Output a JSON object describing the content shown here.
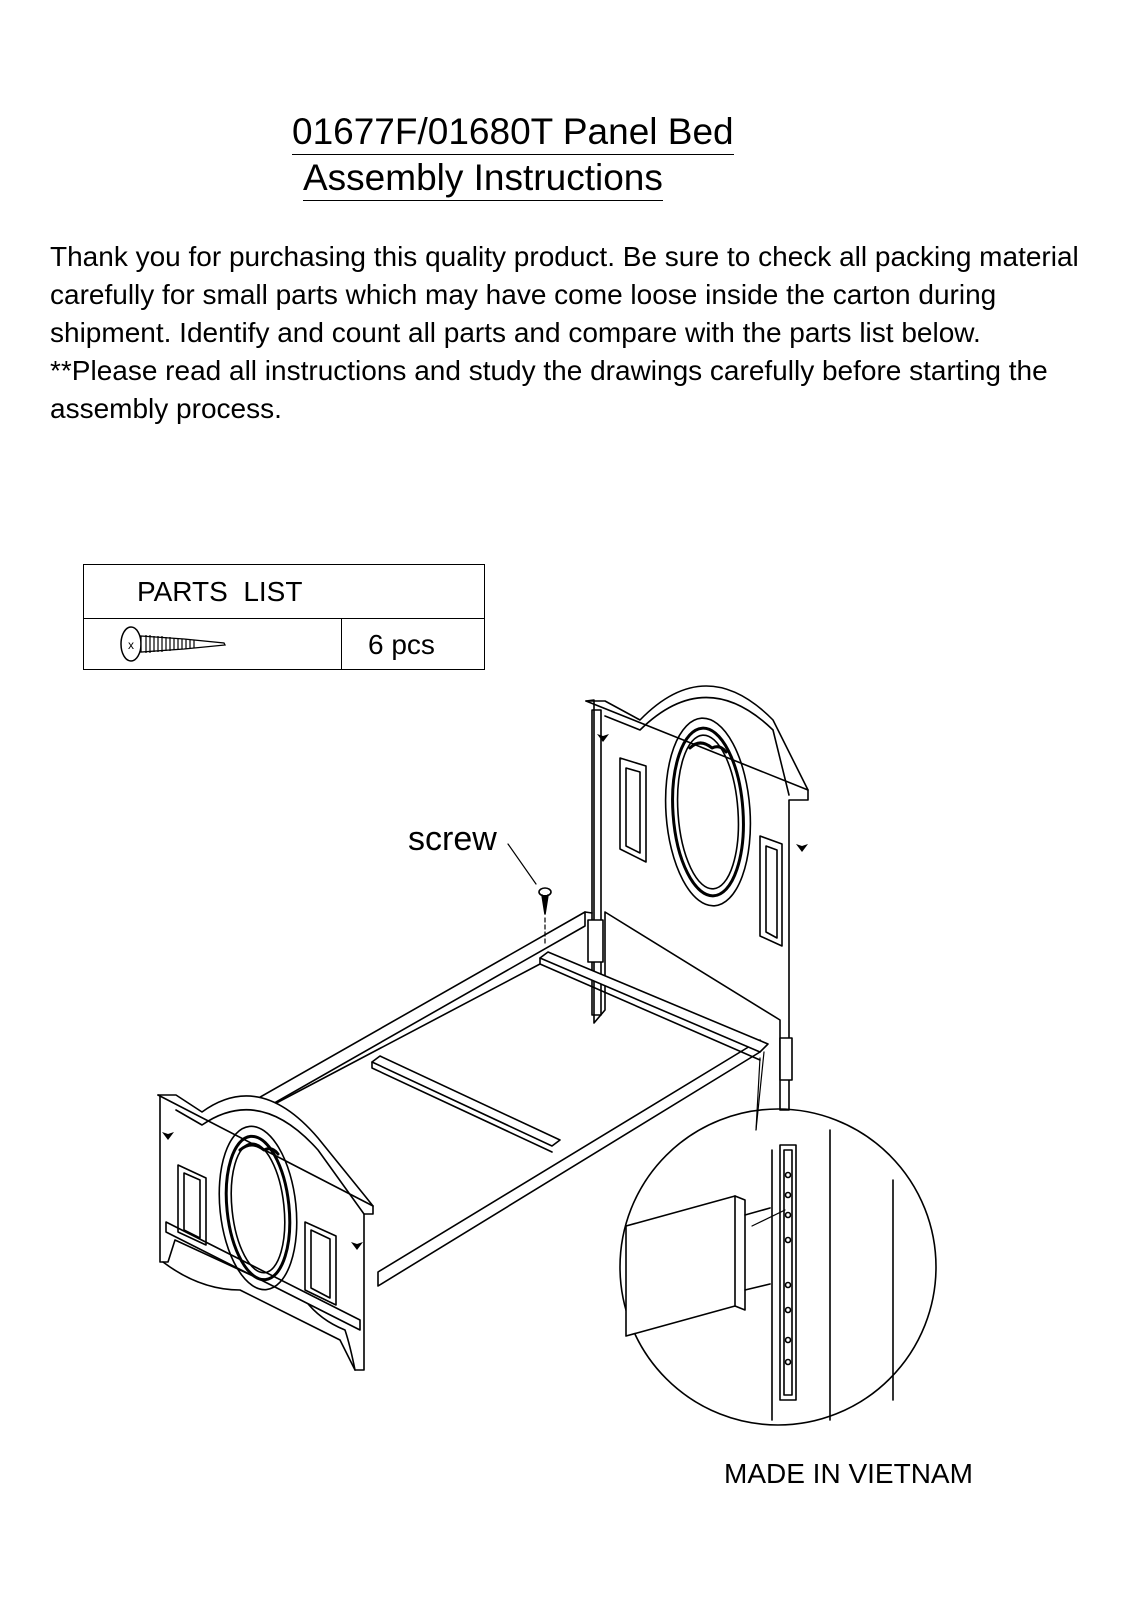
{
  "title": {
    "line1": "01677F/01680T Panel Bed",
    "line2": "Assembly Instructions"
  },
  "intro": {
    "paragraph1": "Thank you for purchasing this quality product. Be sure to check all packing material carefully for small parts which may have come loose inside the carton during shipment. Identify and count all parts and compare with the parts list below.",
    "paragraph2": "**Please read all instructions and study the drawings carefully before starting the assembly process."
  },
  "parts_list": {
    "header": "PARTS  LIST",
    "items": [
      {
        "icon": "screw-icon",
        "icon_mark": "x",
        "quantity": "6 pcs"
      }
    ]
  },
  "diagram": {
    "callout": "screw"
  },
  "footer": {
    "origin": "MADE IN VIETNAM"
  }
}
